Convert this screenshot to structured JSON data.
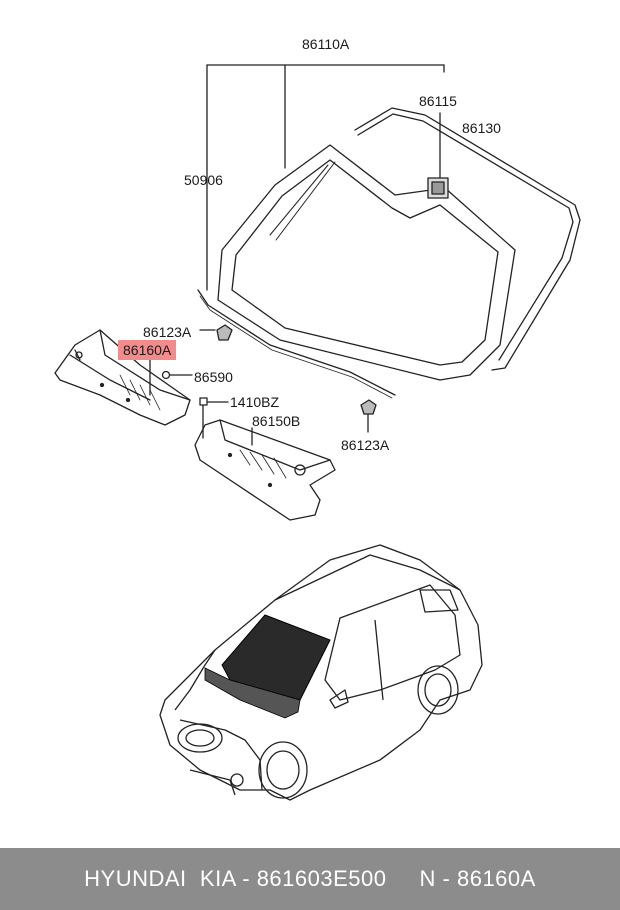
{
  "labels": {
    "p86110A": "86110A",
    "p86115": "86115",
    "p86130": "86130",
    "p50906": "50906",
    "p86123A_top": "86123A",
    "p86160A": "86160A",
    "p86590": "86590",
    "p1410BZ": "1410BZ",
    "p86150B": "86150B",
    "p86123A_bottom": "86123A"
  },
  "footer": {
    "text": "HYUNDAI  KIA - 861603E500     N - 86160A"
  },
  "colors": {
    "highlight": "#f28b8b",
    "footer_bg": "#8c8c8c",
    "footer_text": "#ffffff"
  }
}
